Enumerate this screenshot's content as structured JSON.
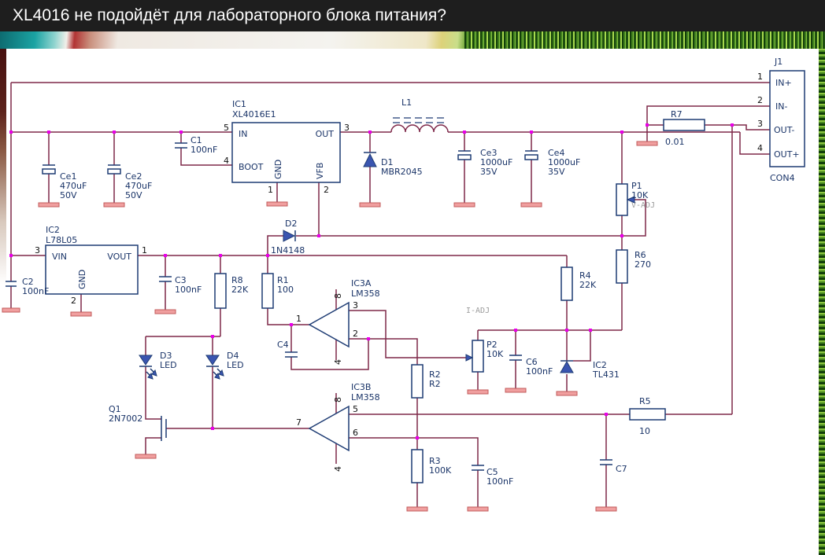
{
  "header": {
    "title": "XL4016 не подойдёт для лабораторного блока питания?"
  },
  "schematic": {
    "j1": {
      "ref": "J1",
      "type": "CON4",
      "pins": [
        {
          "n": "1",
          "name": "IN+"
        },
        {
          "n": "2",
          "name": "IN-"
        },
        {
          "n": "3",
          "name": "OUT-"
        },
        {
          "n": "4",
          "name": "OUT+"
        }
      ]
    },
    "ic1": {
      "ref": "IC1",
      "part": "XL4016E1",
      "pin_in": "IN",
      "pin_out": "OUT",
      "pin_boot": "BOOT",
      "pin_gnd": "GND",
      "pin_vfb": "VFB",
      "n_in": "5",
      "n_out": "3",
      "n_boot": "4",
      "n_gnd": "1",
      "n_vfb": "2"
    },
    "ic2reg": {
      "ref": "IC2",
      "part": "L78L05",
      "pin_vin": "VIN",
      "pin_vout": "VOUT",
      "pin_gnd": "GND",
      "n_vin": "3",
      "n_vout": "1",
      "n_gnd": "2"
    },
    "ic3a": {
      "ref": "IC3A",
      "part": "LM358",
      "n_out": "1",
      "n_inv": "2",
      "n_ninv": "3",
      "n_vcc": "8",
      "n_vee": "4"
    },
    "ic3b": {
      "ref": "IC3B",
      "part": "LM358",
      "n_out": "7",
      "n_inv": "6",
      "n_ninv": "5",
      "n_vcc": "8",
      "n_vee": "4"
    },
    "c1": {
      "ref": "C1",
      "val": "100nF"
    },
    "c2": {
      "ref": "C2",
      "val": "100nF"
    },
    "c3": {
      "ref": "C3",
      "val": "100nF"
    },
    "c4": {
      "ref": "C4"
    },
    "c5": {
      "ref": "C5",
      "val": "100nF"
    },
    "c6": {
      "ref": "C6",
      "val": "100nF"
    },
    "c7": {
      "ref": "C7"
    },
    "ce1": {
      "ref": "Ce1",
      "val": "470uF",
      "volt": "50V"
    },
    "ce2": {
      "ref": "Ce2",
      "val": "470uF",
      "volt": "50V"
    },
    "ce3": {
      "ref": "Ce3",
      "val": "1000uF",
      "volt": "35V"
    },
    "ce4": {
      "ref": "Ce4",
      "val": "1000uF",
      "volt": "35V"
    },
    "r1": {
      "ref": "R1",
      "val": "100"
    },
    "r2": {
      "ref": "R2",
      "val": "R2"
    },
    "r3": {
      "ref": "R3",
      "val": "100K"
    },
    "r4": {
      "ref": "R4",
      "val": "22K"
    },
    "r5": {
      "ref": "R5",
      "val": "10"
    },
    "r6": {
      "ref": "R6",
      "val": "270"
    },
    "r7": {
      "ref": "R7",
      "val": "0.01"
    },
    "r8": {
      "ref": "R8",
      "val": "22K"
    },
    "p1": {
      "ref": "P1",
      "val": "10K",
      "tag": "V-ADJ"
    },
    "p2": {
      "ref": "P2",
      "val": "10K"
    },
    "i_adj": "I-ADJ",
    "l1": {
      "ref": "L1"
    },
    "d1": {
      "ref": "D1",
      "part": "MBR2045"
    },
    "d2": {
      "ref": "D2",
      "part": "1N4148"
    },
    "d3": {
      "ref": "D3",
      "part": "LED"
    },
    "d4": {
      "ref": "D4",
      "part": "LED"
    },
    "q1": {
      "ref": "Q1",
      "part": "2N7002"
    },
    "tl431": {
      "ref": "IC2",
      "part": "TL431"
    }
  }
}
